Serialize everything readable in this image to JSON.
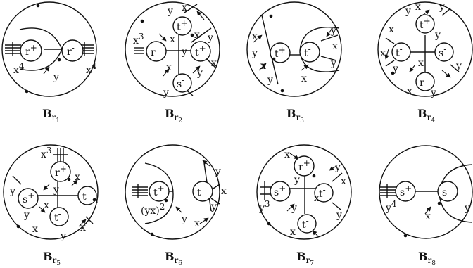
{
  "panels": [
    {
      "caption_main": "B",
      "caption_sub": "r",
      "caption_subsub": "1",
      "vertices": [
        {
          "base": "r",
          "sup": "+"
        },
        {
          "base": "r",
          "sup": "-"
        }
      ],
      "edge_labels": [
        {
          "base": "x",
          "sup": "4"
        },
        {
          "base": "y",
          "sup": ""
        },
        {
          "base": "x",
          "sup": "4"
        }
      ]
    },
    {
      "caption_main": "B",
      "caption_sub": "r",
      "caption_subsub": "2",
      "vertices": [
        {
          "base": "t",
          "sup": "+"
        },
        {
          "base": "r",
          "sup": "-"
        },
        {
          "base": "t",
          "sup": "+"
        },
        {
          "base": "s",
          "sup": "-"
        }
      ],
      "edge_labels": [
        {
          "base": "y",
          "sup": ""
        },
        {
          "base": "x",
          "sup": ""
        },
        {
          "base": "x",
          "sup": "3"
        },
        {
          "base": "x",
          "sup": ""
        },
        {
          "base": "y",
          "sup": ""
        },
        {
          "base": "x",
          "sup": ""
        },
        {
          "base": "y",
          "sup": ""
        },
        {
          "base": "x",
          "sup": ""
        },
        {
          "base": "y",
          "sup": ""
        },
        {
          "base": "x",
          "sup": ""
        },
        {
          "base": "y",
          "sup": ""
        }
      ]
    },
    {
      "caption_main": "B",
      "caption_sub": "r",
      "caption_subsub": "3",
      "vertices": [
        {
          "base": "t",
          "sup": "+"
        },
        {
          "base": "t",
          "sup": "-"
        }
      ],
      "edge_labels": [
        {
          "base": "x",
          "sup": ""
        },
        {
          "base": "y",
          "sup": ""
        },
        {
          "base": "x",
          "sup": ""
        },
        {
          "base": "y",
          "sup": ""
        },
        {
          "base": "x",
          "sup": ""
        },
        {
          "base": "y",
          "sup": ""
        },
        {
          "base": "x",
          "sup": ""
        },
        {
          "base": "y",
          "sup": ""
        }
      ]
    },
    {
      "caption_main": "B",
      "caption_sub": "r",
      "caption_subsub": "4",
      "vertices": [
        {
          "base": "t",
          "sup": "+"
        },
        {
          "base": "t",
          "sup": "-"
        },
        {
          "base": "s",
          "sup": "-"
        },
        {
          "base": "r",
          "sup": "-"
        }
      ],
      "edge_labels": [
        {
          "base": "y",
          "sup": ""
        },
        {
          "base": "x",
          "sup": ""
        },
        {
          "base": "y",
          "sup": ""
        },
        {
          "base": "x",
          "sup": ""
        },
        {
          "base": "y",
          "sup": ""
        },
        {
          "base": "x",
          "sup": ""
        },
        {
          "base": "y",
          "sup": ""
        },
        {
          "base": "x",
          "sup": ""
        },
        {
          "base": "y",
          "sup": ""
        },
        {
          "base": "x",
          "sup": ""
        },
        {
          "base": "y",
          "sup": ""
        }
      ]
    },
    {
      "caption_main": "B",
      "caption_sub": "r",
      "caption_subsub": "5",
      "vertices": [
        {
          "base": "r",
          "sup": "+"
        },
        {
          "base": "s",
          "sup": "+"
        },
        {
          "base": "t",
          "sup": "-"
        },
        {
          "base": "t",
          "sup": "-"
        }
      ],
      "edge_labels": [
        {
          "base": "x",
          "sup": "3"
        },
        {
          "base": "x",
          "sup": ""
        },
        {
          "base": "y",
          "sup": ""
        },
        {
          "base": "x",
          "sup": ""
        },
        {
          "base": "y",
          "sup": ""
        },
        {
          "base": "x",
          "sup": ""
        },
        {
          "base": "y",
          "sup": ""
        },
        {
          "base": "x",
          "sup": ""
        },
        {
          "base": "y",
          "sup": ""
        }
      ]
    },
    {
      "caption_main": "B",
      "caption_sub": "r",
      "caption_subsub": "6",
      "vertices": [
        {
          "base": "t",
          "sup": "+"
        },
        {
          "base": "t",
          "sup": "-"
        }
      ],
      "edge_labels": [
        {
          "base": "(yx)",
          "sup": "2"
        },
        {
          "base": "y",
          "sup": ""
        },
        {
          "base": "y",
          "sup": ""
        },
        {
          "base": "x",
          "sup": ""
        },
        {
          "base": "y",
          "sup": ""
        },
        {
          "base": "x",
          "sup": ""
        }
      ]
    },
    {
      "caption_main": "B",
      "caption_sub": "r",
      "caption_subsub": "7",
      "vertices": [
        {
          "base": "r",
          "sup": "+"
        },
        {
          "base": "s",
          "sup": "+"
        },
        {
          "base": "t",
          "sup": "-"
        },
        {
          "base": "t",
          "sup": "-"
        }
      ],
      "edge_labels": [
        {
          "base": "x",
          "sup": ""
        },
        {
          "base": "y",
          "sup": ""
        },
        {
          "base": "x",
          "sup": ""
        },
        {
          "base": "y",
          "sup": "3"
        },
        {
          "base": "y",
          "sup": ""
        },
        {
          "base": "x",
          "sup": ""
        },
        {
          "base": "y",
          "sup": ""
        },
        {
          "base": "x",
          "sup": ""
        },
        {
          "base": "y",
          "sup": ""
        }
      ]
    },
    {
      "caption_main": "B",
      "caption_sub": "r",
      "caption_subsub": "8",
      "vertices": [
        {
          "base": "s",
          "sup": "+"
        },
        {
          "base": "s",
          "sup": "-"
        }
      ],
      "edge_labels": [
        {
          "base": "y",
          "sup": "4"
        },
        {
          "base": "x",
          "sup": ""
        },
        {
          "base": "y",
          "sup": ""
        }
      ]
    }
  ]
}
